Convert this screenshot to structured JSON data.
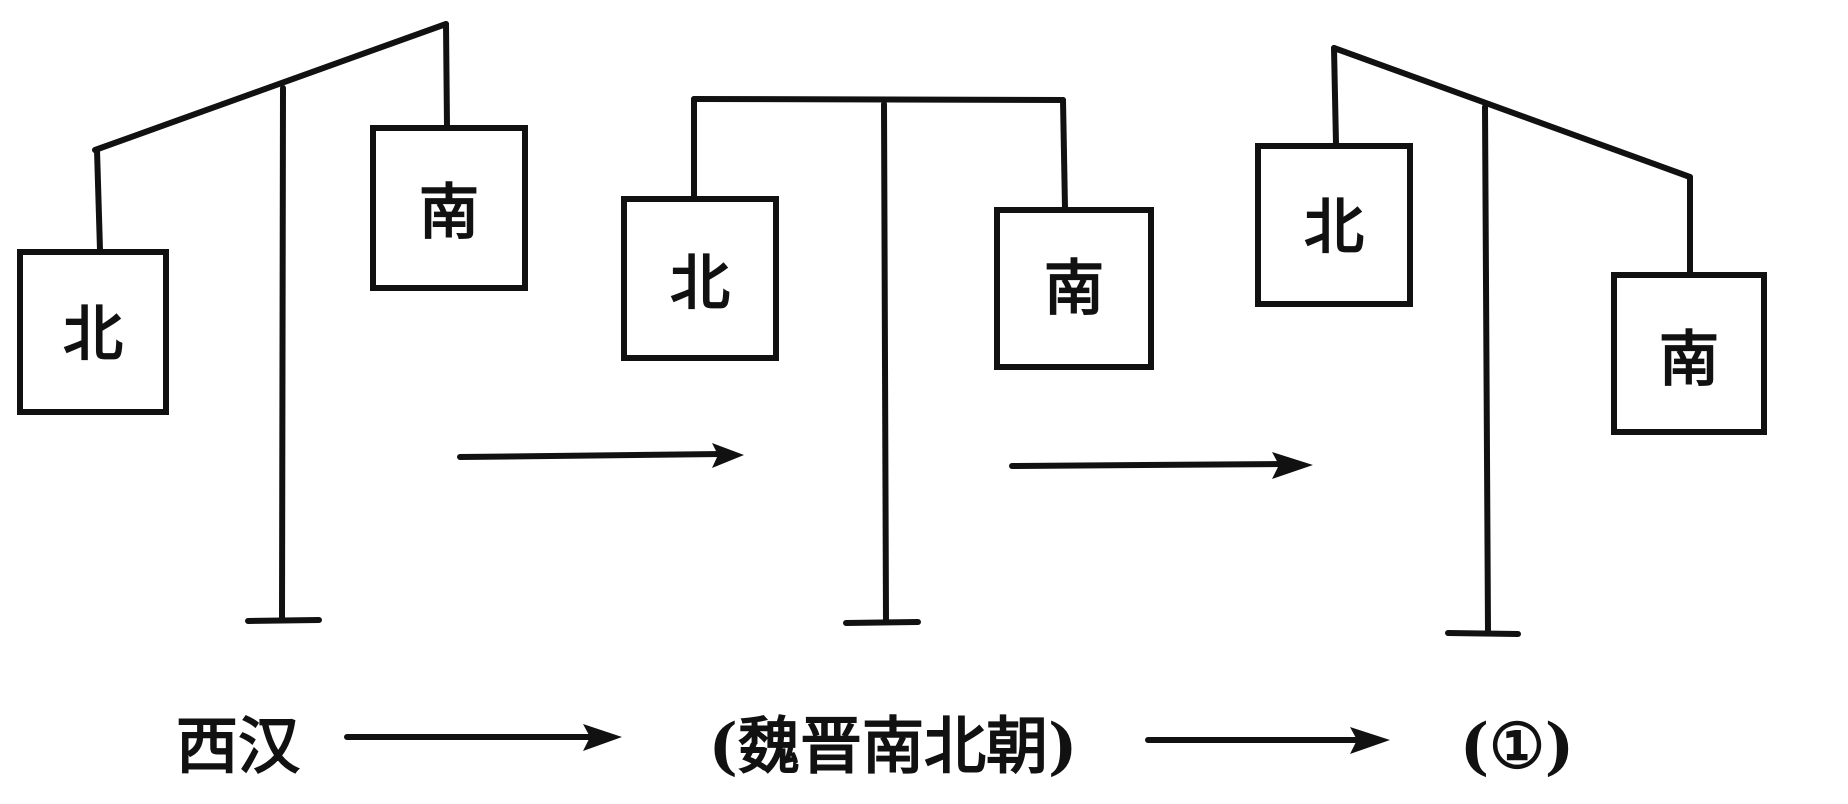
{
  "balances": [
    {
      "north_label": "北",
      "south_label": "南"
    },
    {
      "north_label": "北",
      "south_label": "南"
    },
    {
      "north_label": "北",
      "south_label": "南"
    }
  ],
  "timeline": {
    "stage_1": "西汉",
    "stage_2": "(魏晋南北朝)",
    "stage_3": "(①)"
  }
}
